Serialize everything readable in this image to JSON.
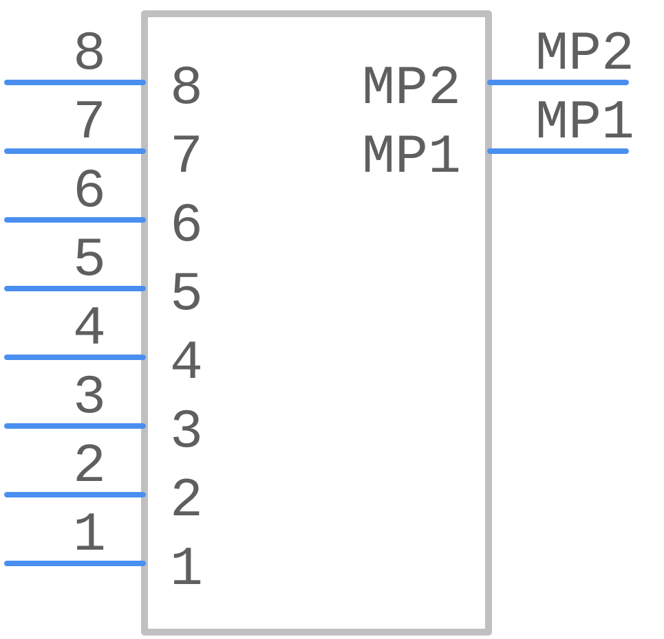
{
  "symbol": {
    "outline_color": "#c0c0c0",
    "pin_color": "#4a8ff0",
    "text_color": "#5f5f5f",
    "left_pins": [
      {
        "number": "8",
        "name": "8"
      },
      {
        "number": "7",
        "name": "7"
      },
      {
        "number": "6",
        "name": "6"
      },
      {
        "number": "5",
        "name": "5"
      },
      {
        "number": "4",
        "name": "4"
      },
      {
        "number": "3",
        "name": "3"
      },
      {
        "number": "2",
        "name": "2"
      },
      {
        "number": "1",
        "name": "1"
      }
    ],
    "right_pins": [
      {
        "number": "MP2",
        "name": "MP2"
      },
      {
        "number": "MP1",
        "name": "MP1"
      }
    ]
  }
}
